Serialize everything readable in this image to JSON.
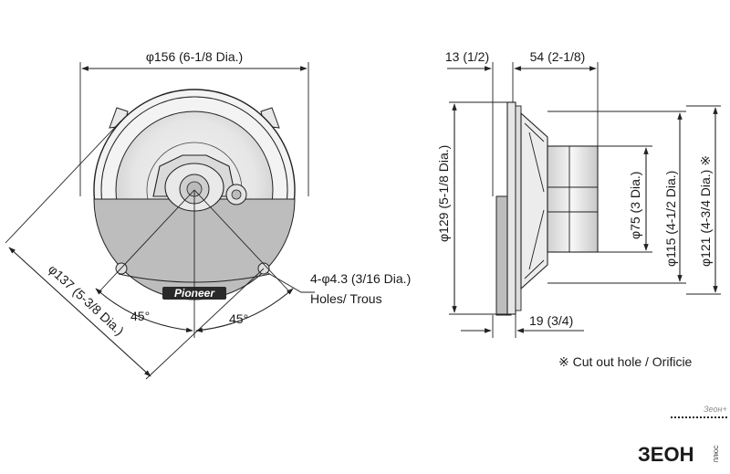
{
  "front_view": {
    "diameter_label": "φ156 (6-1/8 Dia.)",
    "pcd_label": "φ137 (5-3/8 Dia.)",
    "angle_left": "45°",
    "angle_right": "45°",
    "holes_label_1": "4-φ4.3 (3/16 Dia.)",
    "holes_label_2": "Holes/ Trous",
    "brand": "Pioneer"
  },
  "side_view": {
    "flange_label": "13 (1/2)",
    "depth_label": "54 (2-1/8)",
    "outer_dia_label": "φ129 (5-1/8 Dia.)",
    "magnet_dia_label": "φ75 (3 Dia.)",
    "basket_dia_label": "φ115 (4-1/2 Dia.)",
    "cutout_dia_label": "φ121 (4-3/4 Dia.) ※",
    "protrusion_label": "19 (3/4)"
  },
  "footnote": "※ Cut out hole / Orificie",
  "watermark": {
    "small": "Зеон+",
    "logo": "ЗЕОН",
    "vertical": "ПЛЮС"
  }
}
